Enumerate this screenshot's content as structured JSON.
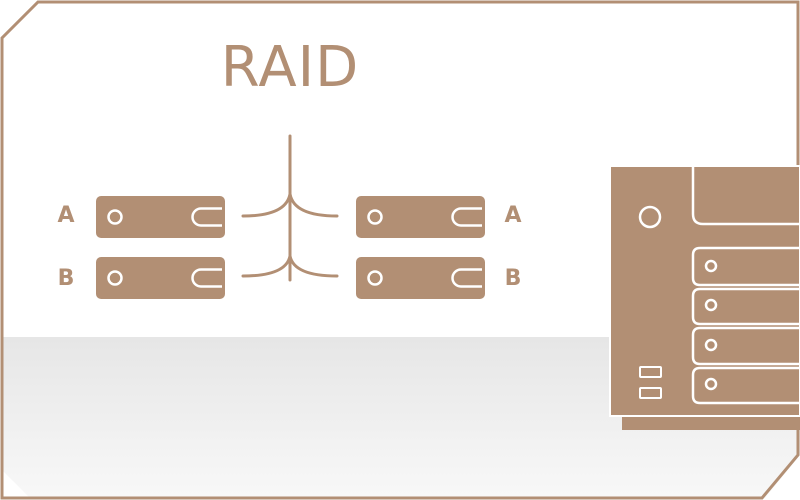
{
  "title": "RAID",
  "left_drives": [
    {
      "label": "A"
    },
    {
      "label": "B"
    }
  ],
  "right_drives": [
    {
      "label": "A"
    },
    {
      "label": "B"
    }
  ],
  "colors": {
    "accent": "#b28f74",
    "background": "#ffffff",
    "floor_gradient_top": "#e8e8e8",
    "floor_gradient_bottom": "#f7f7f7",
    "stroke_on_accent": "#ffffff"
  },
  "icons": {
    "nas": "nas-device-icon",
    "drive": "hard-drive-icon",
    "connector": "raid-mirror-connector-icon"
  }
}
